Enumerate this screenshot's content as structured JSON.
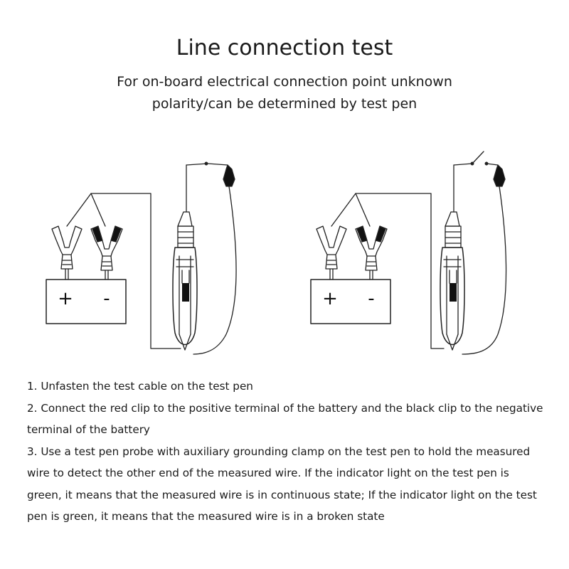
{
  "title": "Line connection test",
  "subtitle_lines": [
    "For on-board electrical connection point unknown",
    "polarity/can be determined by test pen"
  ],
  "diagrams": [
    {
      "battery_plus": "+",
      "battery_minus": "-"
    },
    {
      "battery_plus": "+",
      "battery_minus": "-"
    }
  ],
  "steps": [
    "1. Unfasten the test cable on the test pen",
    "2. Connect the red clip to the positive terminal of the battery and the black clip to the negative terminal of the battery",
    "3. Use a test pen probe with auxiliary grounding clamp on the test pen to hold the measured wire to detect the other end of the measured wire. If the indicator light on the test pen is green, it means that the measured wire is in continuous state; If the indicator light on the test pen is green, it means that the measured wire is in a broken state"
  ]
}
